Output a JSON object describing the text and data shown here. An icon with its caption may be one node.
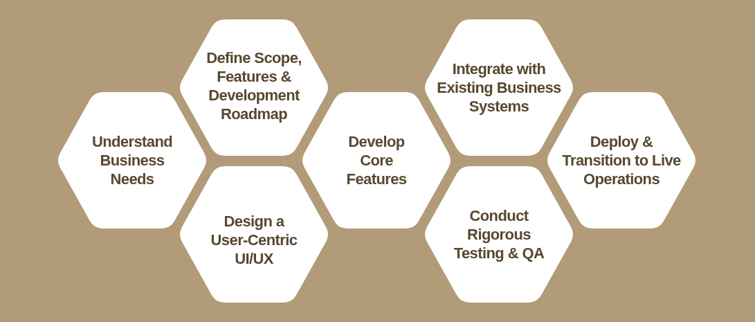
{
  "diagram": {
    "nodes": [
      {
        "text": [
          "Understand Business Needs"
        ]
      },
      {
        "text": [
          "Define Scope, Features & Development Roadmap"
        ]
      },
      {
        "text": [
          "Design a User-Centric UI/UX"
        ]
      },
      {
        "text": [
          "Develop Core Features"
        ]
      },
      {
        "text": [
          "Integrate with Existing Business Systems"
        ]
      },
      {
        "text": [
          "Conduct Rigorous Testing & QA"
        ]
      },
      {
        "text": [
          "Deploy & Transition to Live Operations"
        ]
      }
    ]
  }
}
